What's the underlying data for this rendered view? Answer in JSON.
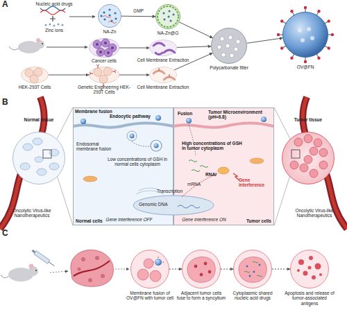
{
  "diagram": {
    "nodes": [
      {
        "text": [
          "NA-Zn"
        ]
      },
      {
        "text": [
          "NA-Zn@G"
        ]
      },
      {
        "text": [
          "Cancer cells"
        ]
      },
      {
        "text": [
          "Cell Membrane Extraction"
        ]
      },
      {
        "text": [
          "HEK-293T Cells"
        ]
      },
      {
        "text": [
          "Genetic Engineering HEK-293T Cells"
        ]
      },
      {
        "text": [
          "Cell Membrane Extraction"
        ]
      },
      {
        "text": [
          "Polycarbonate filter"
        ]
      },
      {
        "text": [
          "OV@FN"
        ]
      },
      {
        "text": [
          "Normal tissue"
        ]
      },
      {
        "text": [
          "Normal cells"
        ]
      },
      {
        "text": [
          "Tumor cells"
        ]
      },
      {
        "text": [
          "Tumor tissue"
        ]
      },
      {
        "text": [
          "Membrane fusion of OV@FN with tumor cell"
        ]
      },
      {
        "text": [
          "Adjacent tumor cells fuse to form a syncytium"
        ]
      },
      {
        "text": [
          "Cytoplasmic shared nucleic acid drugs"
        ]
      },
      {
        "text": [
          "Apoptosis and release of tumor-associated antigens"
        ]
      }
    ],
    "edges": [
      {
        "from": 0,
        "to": 1,
        "label": "GMP",
        "arrow": "to"
      },
      {
        "from": 2,
        "to": 3,
        "arrow": "to"
      },
      {
        "from": 4,
        "to": 5,
        "arrow": "to"
      },
      {
        "from": 5,
        "to": 6,
        "arrow": "to"
      },
      {
        "from": 1,
        "to": 7,
        "arrow": "to"
      },
      {
        "from": 3,
        "to": 7,
        "arrow": "to"
      },
      {
        "from": 6,
        "to": 7,
        "arrow": "to"
      },
      {
        "from": 7,
        "to": 8,
        "arrow": "to"
      },
      {
        "from": 13,
        "to": 14,
        "arrow": "to"
      },
      {
        "from": 14,
        "to": 15,
        "arrow": "to"
      },
      {
        "from": 15,
        "to": 16,
        "arrow": "to"
      }
    ],
    "labels": [
      "A",
      "Nucleic acid drugs",
      "Zinc ions",
      "B",
      "Membrane fusion",
      "Endocytic pathway",
      "Fusion",
      "Tumor Microenvironment (pH=6.8)",
      "Endosomal membrane fusion",
      "Low concentrations of GSH in normal cells cytoplasm",
      "High concentrations of GSH in tumor cytoplasm",
      "RNAi",
      "Gene interference",
      "mRNA",
      "Transcription",
      "Genomic DNA",
      "Gene interference OFF",
      "Gene interference ON",
      "Oncolytic Virus-like Nanotherapeutics",
      "Oncolytic Virus-like Nanotherapeutics",
      "C"
    ]
  }
}
